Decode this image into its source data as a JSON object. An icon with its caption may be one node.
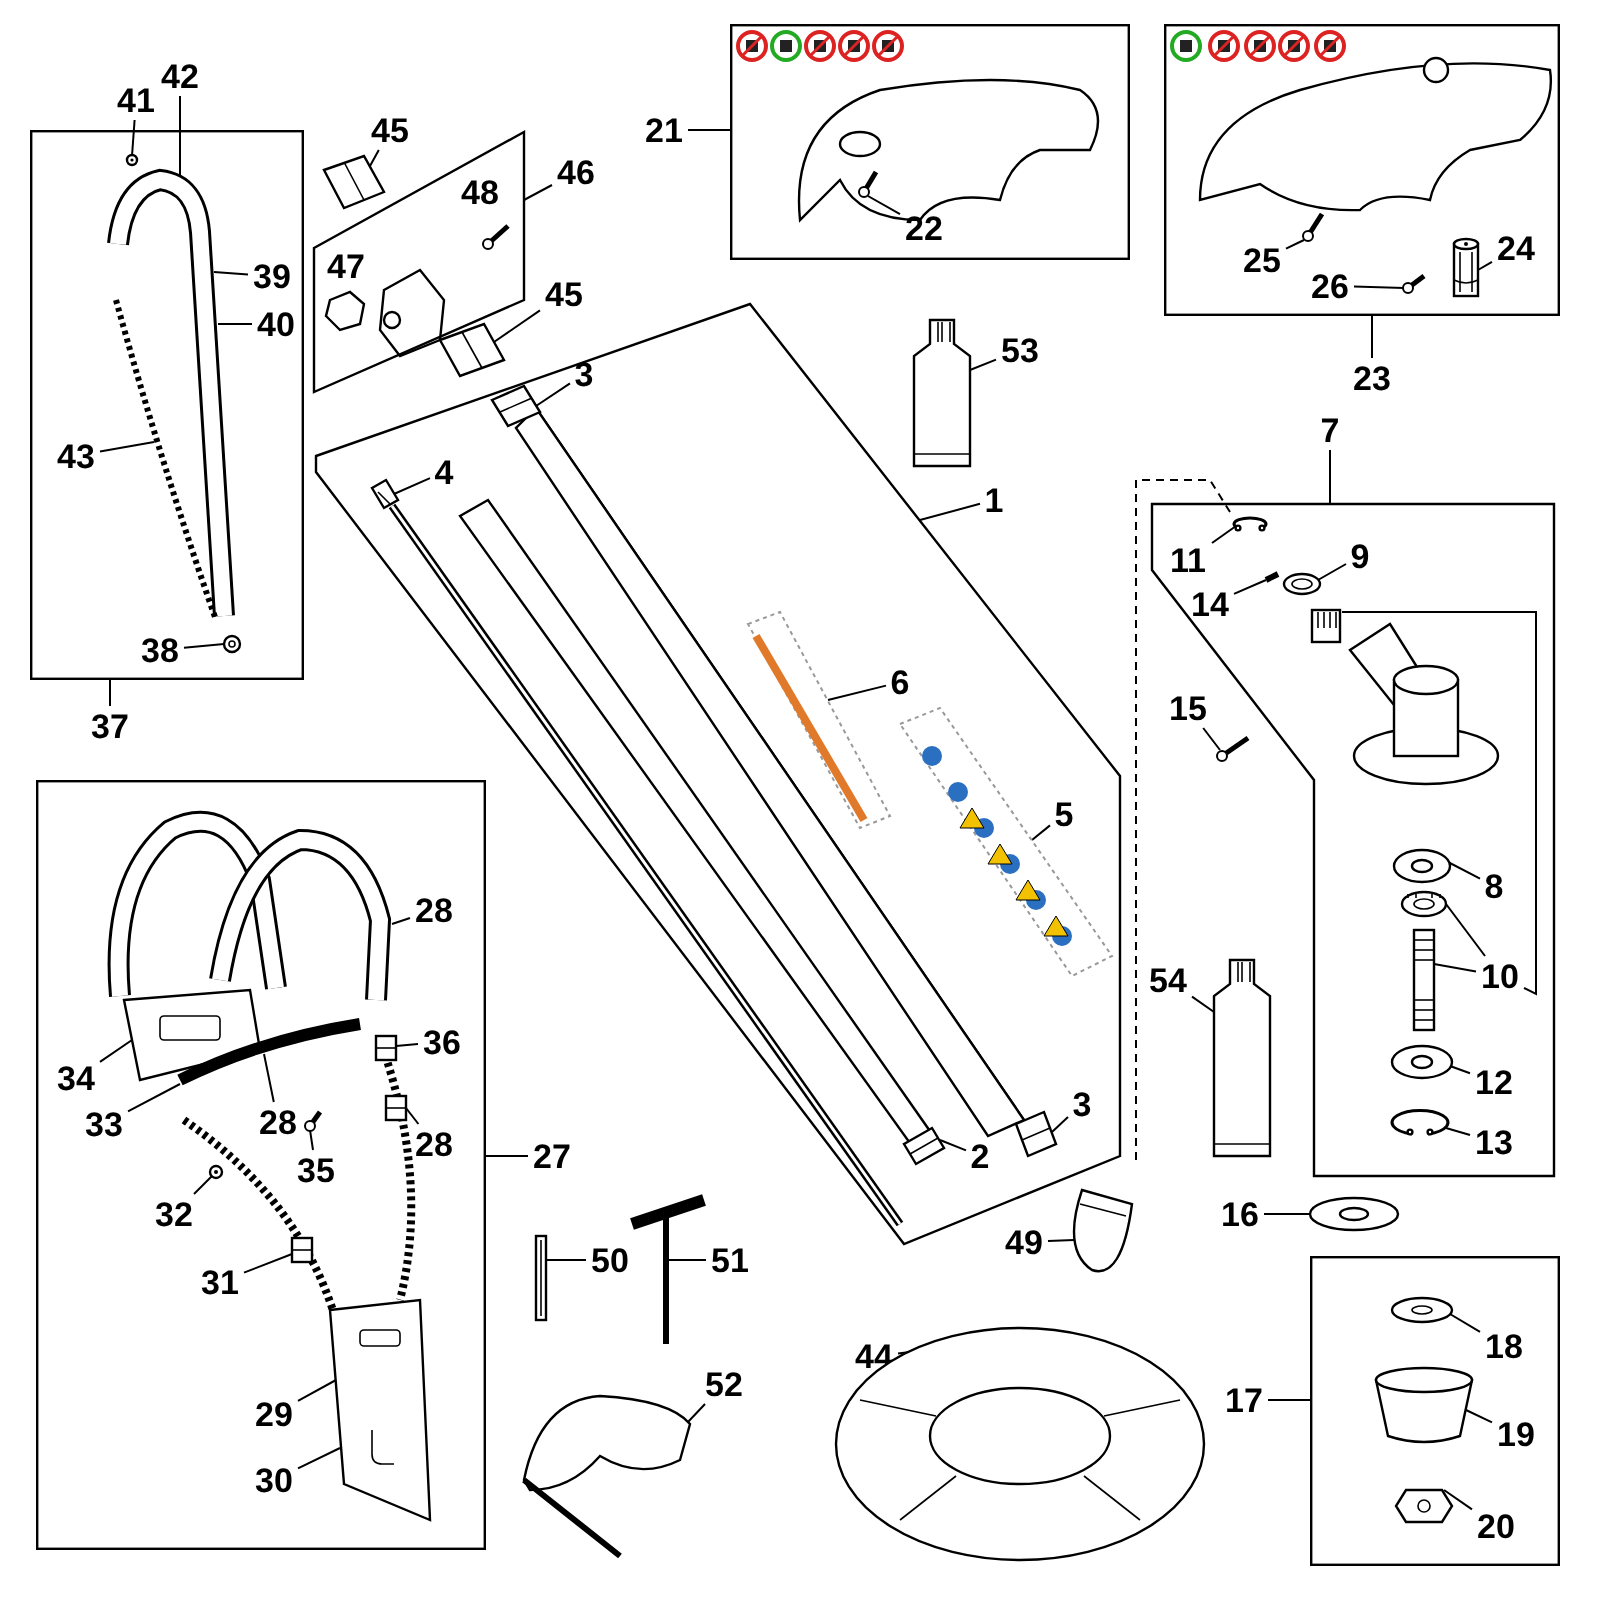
{
  "diagram": {
    "nodes": [
      {
        "text": [],
        "shape": "box"
      },
      {
        "text": [
          "41"
        ]
      },
      {
        "text": [
          "42"
        ]
      },
      {
        "text": [
          "39"
        ],
        "in": 0
      },
      {
        "text": [
          "40"
        ],
        "in": 0
      },
      {
        "text": [
          "43"
        ],
        "in": 0
      },
      {
        "text": [
          "38"
        ],
        "in": 0
      },
      {
        "text": [
          "37"
        ]
      },
      {
        "text": [
          "45"
        ]
      },
      {
        "text": [],
        "shape": "box"
      },
      {
        "text": [
          "48"
        ],
        "in": 9
      },
      {
        "text": [
          "47"
        ],
        "in": 9
      },
      {
        "text": [
          "46"
        ]
      },
      {
        "text": [
          "45"
        ]
      },
      {
        "text": [
          "21"
        ]
      },
      {
        "text": [],
        "shape": "box"
      },
      {
        "text": [
          "22"
        ],
        "in": 15
      },
      {
        "text": [],
        "shape": "box"
      },
      {
        "text": [
          "25"
        ],
        "in": 17
      },
      {
        "text": [
          "24"
        ],
        "in": 17
      },
      {
        "text": [
          "26"
        ],
        "in": 17
      },
      {
        "text": [
          "23"
        ]
      },
      {
        "text": [
          "53"
        ]
      },
      {
        "text": [],
        "shape": "box"
      },
      {
        "text": [
          "3"
        ],
        "in": 23
      },
      {
        "text": [
          "4"
        ],
        "in": 23
      },
      {
        "text": [
          "1"
        ]
      },
      {
        "text": [
          "6"
        ],
        "in": 23
      },
      {
        "text": [
          "5"
        ],
        "in": 23
      },
      {
        "text": [
          "2"
        ],
        "in": 23
      },
      {
        "text": [
          "3"
        ],
        "in": 23
      },
      {
        "text": [
          "7"
        ]
      },
      {
        "text": [],
        "shape": "box"
      },
      {
        "text": [
          "11"
        ],
        "in": 32
      },
      {
        "text": [
          "9"
        ],
        "in": 32
      },
      {
        "text": [
          "14"
        ],
        "in": 32
      },
      {
        "text": [
          "15"
        ]
      },
      {
        "text": [
          "8"
        ],
        "in": 32
      },
      {
        "text": [
          "10"
        ],
        "in": 32
      },
      {
        "text": [
          "12"
        ],
        "in": 32
      },
      {
        "text": [
          "13"
        ],
        "in": 32
      },
      {
        "text": [
          "54"
        ]
      },
      {
        "text": [
          "16"
        ]
      },
      {
        "text": [
          "17"
        ]
      },
      {
        "text": [],
        "shape": "box"
      },
      {
        "text": [
          "18"
        ],
        "in": 44
      },
      {
        "text": [
          "19"
        ],
        "in": 44
      },
      {
        "text": [
          "20"
        ],
        "in": 44
      },
      {
        "text": [],
        "shape": "box"
      },
      {
        "text": [
          "28"
        ],
        "in": 48
      },
      {
        "text": [
          "34"
        ],
        "in": 48
      },
      {
        "text": [
          "36"
        ],
        "in": 48
      },
      {
        "text": [
          "33"
        ],
        "in": 48
      },
      {
        "text": [
          "28"
        ],
        "in": 48
      },
      {
        "text": [
          "28"
        ],
        "in": 48
      },
      {
        "text": [
          "35"
        ],
        "in": 48
      },
      {
        "text": [
          "32"
        ],
        "in": 48
      },
      {
        "text": [
          "31"
        ],
        "in": 48
      },
      {
        "text": [
          "29"
        ],
        "in": 48
      },
      {
        "text": [
          "30"
        ],
        "in": 48
      },
      {
        "text": [
          "27"
        ]
      },
      {
        "text": [
          "50"
        ]
      },
      {
        "text": [
          "51"
        ]
      },
      {
        "text": [
          "52"
        ]
      },
      {
        "text": [
          "49"
        ]
      },
      {
        "text": [
          "44"
        ]
      },
      {
        "text": [],
        "shape": "picture",
        "in": 0
      },
      {
        "text": [],
        "shape": "picture",
        "in": 0
      },
      {
        "text": [],
        "shape": "picture",
        "in": 0
      },
      {
        "text": [],
        "shape": "picture"
      },
      {
        "text": [],
        "shape": "picture"
      },
      {
        "text": [],
        "shape": "picture",
        "in": 15
      },
      {
        "text": [],
        "shape": "picture",
        "in": 17
      },
      {
        "text": [],
        "shape": "picture",
        "in": 17
      },
      {
        "text": [],
        "shape": "picture",
        "in": 17
      },
      {
        "text": [],
        "shape": "picture"
      },
      {
        "text": [],
        "shape": "picture",
        "in": 23
      },
      {
        "text": [],
        "shape": "picture",
        "in": 23
      },
      {
        "text": [],
        "shape": "picture",
        "in": 23
      },
      {
        "text": [],
        "shape": "picture",
        "in": 23
      },
      {
        "text": [],
        "shape": "picture",
        "in": 23
      },
      {
        "text": [],
        "shape": "picture",
        "in": 23
      },
      {
        "text": [],
        "shape": "picture",
        "in": 32
      },
      {
        "text": [],
        "shape": "picture",
        "in": 32
      },
      {
        "text": [],
        "shape": "picture",
        "in": 32
      },
      {
        "text": [],
        "shape": "picture"
      },
      {
        "text": [],
        "shape": "picture",
        "in": 32
      },
      {
        "text": [],
        "shape": "picture",
        "in": 32
      },
      {
        "text": [],
        "shape": "picture",
        "in": 32
      },
      {
        "text": [],
        "shape": "picture",
        "in": 32
      },
      {
        "text": [],
        "shape": "picture",
        "in": 32
      },
      {
        "text": [],
        "shape": "picture",
        "in": 32
      },
      {
        "text": [],
        "shape": "picture"
      },
      {
        "text": [],
        "shape": "picture"
      },
      {
        "text": [],
        "shape": "picture",
        "in": 44
      },
      {
        "text": [],
        "shape": "picture",
        "in": 44
      },
      {
        "text": [],
        "shape": "picture",
        "in": 44
      },
      {
        "text": [],
        "shape": "picture",
        "in": 48
      },
      {
        "text": [],
        "shape": "picture",
        "in": 48
      },
      {
        "text": [],
        "shape": "picture",
        "in": 48
      },
      {
        "text": [],
        "shape": "picture",
        "in": 48
      },
      {
        "text": [],
        "shape": "picture",
        "in": 48
      },
      {
        "text": [],
        "shape": "picture",
        "in": 48
      },
      {
        "text": [],
        "shape": "picture",
        "in": 48
      },
      {
        "text": [],
        "shape": "picture",
        "in": 48
      },
      {
        "text": [],
        "shape": "picture"
      },
      {
        "text": [],
        "shape": "picture"
      },
      {
        "text": [],
        "shape": "picture"
      },
      {
        "text": [],
        "shape": "picture"
      },
      {
        "text": [],
        "shape": "picture"
      },
      {
        "text": [],
        "shape": "picture",
        "in": 48
      }
    ],
    "edges": [
      {
        "from": 1,
        "to": 67,
        "arrow": "none"
      },
      {
        "from": 2,
        "to": 66,
        "arrow": "none"
      },
      {
        "from": 3,
        "to": 66,
        "arrow": "none"
      },
      {
        "from": 4,
        "to": 66,
        "arrow": "none"
      },
      {
        "from": 5,
        "to": 66,
        "arrow": "none"
      },
      {
        "from": 6,
        "to": 68,
        "arrow": "none"
      },
      {
        "from": 7,
        "to": 0,
        "arrow": "none"
      },
      {
        "from": 8,
        "to": 69,
        "arrow": "none"
      },
      {
        "from": 12,
        "to": 9,
        "arrow": "none"
      },
      {
        "from": 13,
        "to": 70,
        "arrow": "none"
      },
      {
        "from": 14,
        "to": 15,
        "arrow": "none"
      },
      {
        "from": 16,
        "to": 71,
        "arrow": "none"
      },
      {
        "from": 18,
        "to": 72,
        "arrow": "none"
      },
      {
        "from": 19,
        "to": 73,
        "arrow": "none"
      },
      {
        "from": 20,
        "to": 74,
        "arrow": "none"
      },
      {
        "from": 21,
        "to": 17,
        "arrow": "none"
      },
      {
        "from": 22,
        "to": 75,
        "arrow": "none"
      },
      {
        "from": 24,
        "to": 76,
        "arrow": "none"
      },
      {
        "from": 25,
        "to": 77,
        "arrow": "none"
      },
      {
        "from": 26,
        "to": 23,
        "arrow": "none"
      },
      {
        "from": 27,
        "to": 78,
        "arrow": "none"
      },
      {
        "from": 28,
        "to": 79,
        "arrow": "none"
      },
      {
        "from": 29,
        "to": 80,
        "arrow": "none"
      },
      {
        "from": 30,
        "to": 81,
        "arrow": "none"
      },
      {
        "from": 31,
        "to": 32,
        "arrow": "none"
      },
      {
        "from": 33,
        "to": 82,
        "arrow": "none"
      },
      {
        "from": 34,
        "to": 83,
        "arrow": "none"
      },
      {
        "from": 35,
        "to": 84,
        "arrow": "none"
      },
      {
        "from": 36,
        "to": 85,
        "arrow": "none"
      },
      {
        "from": 37,
        "to": 86,
        "arrow": "none"
      },
      {
        "from": 38,
        "to": 88,
        "arrow": "none"
      },
      {
        "from": 38,
        "to": 89,
        "arrow": "none"
      },
      {
        "from": 38,
        "to": 87,
        "arrow": "none"
      },
      {
        "from": 39,
        "to": 90,
        "arrow": "none"
      },
      {
        "from": 40,
        "to": 91,
        "arrow": "none"
      },
      {
        "from": 41,
        "to": 92,
        "arrow": "none"
      },
      {
        "from": 42,
        "to": 93,
        "arrow": "none"
      },
      {
        "from": 43,
        "to": 44,
        "arrow": "none"
      },
      {
        "from": 45,
        "to": 94,
        "arrow": "none"
      },
      {
        "from": 46,
        "to": 95,
        "arrow": "none"
      },
      {
        "from": 47,
        "to": 96,
        "arrow": "none"
      },
      {
        "from": 49,
        "to": 97,
        "arrow": "none"
      },
      {
        "from": 50,
        "to": 98,
        "arrow": "none"
      },
      {
        "from": 51,
        "to": 99,
        "arrow": "none"
      },
      {
        "from": 52,
        "to": 100,
        "arrow": "none"
      },
      {
        "from": 53,
        "to": 100,
        "arrow": "none"
      },
      {
        "from": 54,
        "to": 110,
        "arrow": "none"
      },
      {
        "from": 55,
        "to": 101,
        "arrow": "none"
      },
      {
        "from": 56,
        "to": 102,
        "arrow": "none"
      },
      {
        "from": 57,
        "to": 103,
        "arrow": "none"
      },
      {
        "from": 58,
        "to": 104,
        "arrow": "none"
      },
      {
        "from": 59,
        "to": 104,
        "arrow": "none"
      },
      {
        "from": 60,
        "to": 48,
        "arrow": "none"
      },
      {
        "from": 61,
        "to": 105,
        "arrow": "none"
      },
      {
        "from": 62,
        "to": 106,
        "arrow": "none"
      },
      {
        "from": 63,
        "to": 107,
        "arrow": "none"
      },
      {
        "from": 64,
        "to": 108,
        "arrow": "none"
      },
      {
        "from": 65,
        "to": 109,
        "arrow": "none"
      }
    ]
  }
}
